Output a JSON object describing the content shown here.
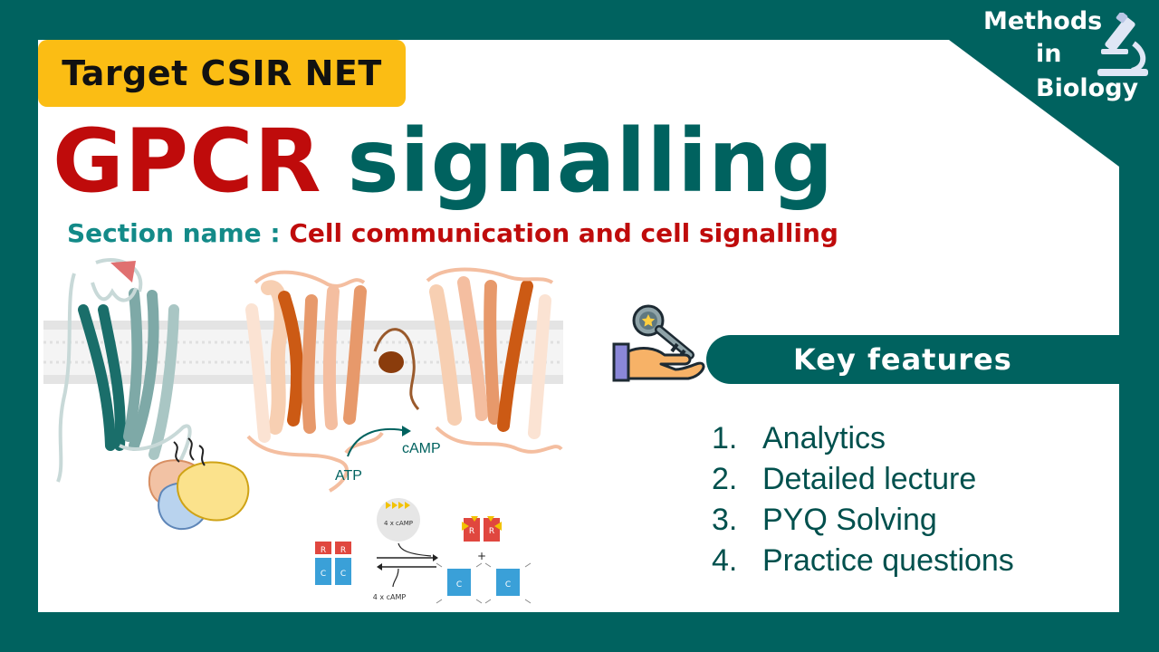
{
  "badge": {
    "text": "Target CSIR NET"
  },
  "title": {
    "part1": "GPCR",
    "part2": "signalling"
  },
  "section": {
    "label": "Section name :",
    "value": "Cell communication and cell signalling"
  },
  "brand": {
    "line1": "Methods",
    "line2": "in",
    "line3": "Biology",
    "icon": "microscope-icon"
  },
  "key_features": {
    "heading": "Key features",
    "icon": "key-in-hand-icon",
    "items": [
      {
        "num": "1.",
        "text": "Analytics"
      },
      {
        "num": "2.",
        "text": "Detailed lecture"
      },
      {
        "num": "3.",
        "text": "PYQ Solving"
      },
      {
        "num": "4.",
        "text": "Practice questions"
      }
    ]
  },
  "diagram": {
    "atp": "ATP",
    "camp": "cAMP",
    "camp_bubble": "4 x cAMP",
    "camp_release": "4 x cAMP",
    "sub_r": "R",
    "sub_c": "C",
    "plus": "+"
  },
  "colors": {
    "background": "#00625f",
    "card": "#ffffff",
    "badge": "#fbbd14",
    "gpcr": "#bf0b0b",
    "accent_teal": "#138a88"
  }
}
